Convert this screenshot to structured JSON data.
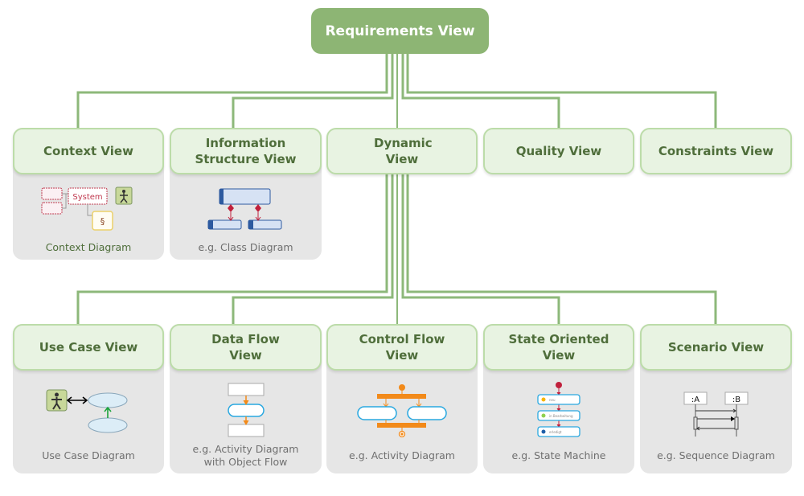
{
  "root": {
    "label": "Requirements View"
  },
  "colors": {
    "connector": "#8db87a",
    "root": "#8db574",
    "header_bg": "#e8f3e2",
    "header_text": "#4f6e3b",
    "panel": "#e6e6e6"
  },
  "top_views": [
    {
      "title": "Context View",
      "caption": "Context Diagram",
      "icon": "context-diagram-icon",
      "icon_text": "System",
      "icon_symbol": "§"
    },
    {
      "title": "Information Structure View",
      "caption": "e.g. Class Diagram",
      "icon": "class-diagram-icon"
    },
    {
      "title": "Dynamic View",
      "caption": "",
      "icon": ""
    },
    {
      "title": "Quality View",
      "caption": "",
      "icon": ""
    },
    {
      "title": "Constraints View",
      "caption": "",
      "icon": ""
    }
  ],
  "dynamic_views": [
    {
      "title": "Use Case View",
      "caption": "Use Case Diagram",
      "icon": "use-case-diagram-icon"
    },
    {
      "title": "Data Flow View",
      "caption": "e.g. Activity Diagram with Object Flow",
      "icon": "object-flow-icon"
    },
    {
      "title": "Control Flow View",
      "caption": "e.g. Activity Diagram",
      "icon": "activity-diagram-icon"
    },
    {
      "title": "State Oriented View",
      "caption": "e.g. State Machine",
      "icon": "state-machine-icon",
      "states": [
        "neu",
        "in Bearbeitung",
        "erledigt"
      ]
    },
    {
      "title": "Scenario View",
      "caption": "e.g. Sequence Diagram",
      "icon": "sequence-diagram-icon",
      "lifelines": [
        ":A",
        ":B"
      ]
    }
  ]
}
